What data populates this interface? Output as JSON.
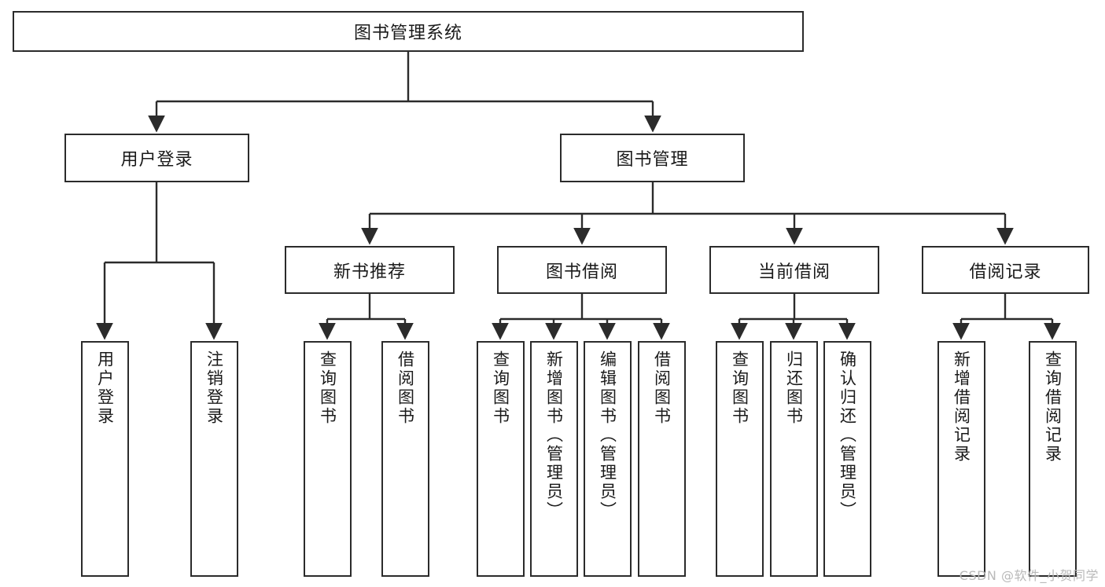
{
  "diagram": {
    "title": "图书管理系统",
    "type": "hierarchy-tree",
    "watermark": "CSDN @软件_小贺同学",
    "colors": {
      "stroke": "#2b2b2b",
      "fill": "#ffffff",
      "text": "#1a1a1a",
      "watermark": "#b9b9b9"
    },
    "nodes": {
      "root": {
        "label": "图书管理系统"
      },
      "level2": [
        {
          "id": "user-login",
          "label": "用户登录"
        },
        {
          "id": "book-mgmt",
          "label": "图书管理"
        }
      ],
      "level3": [
        {
          "id": "new-book-rec",
          "label": "新书推荐"
        },
        {
          "id": "book-borrow",
          "label": "图书借阅"
        },
        {
          "id": "current-borrow",
          "label": "当前借阅"
        },
        {
          "id": "borrow-record",
          "label": "借阅记录"
        }
      ],
      "leaves": {
        "user-login": [
          {
            "id": "leaf-user-login",
            "label": "用户登录"
          },
          {
            "id": "leaf-user-logout",
            "label": "注销登录"
          }
        ],
        "new-book-rec": [
          {
            "id": "leaf-query-book-1",
            "label": "查询图书"
          },
          {
            "id": "leaf-borrow-book-1",
            "label": "借阅图书"
          }
        ],
        "book-borrow": [
          {
            "id": "leaf-query-book-2",
            "label": "查询图书"
          },
          {
            "id": "leaf-add-book",
            "label": "新增图书（管理员）"
          },
          {
            "id": "leaf-edit-book",
            "label": "编辑图书（管理员）"
          },
          {
            "id": "leaf-borrow-book-2",
            "label": "借阅图书"
          }
        ],
        "current-borrow": [
          {
            "id": "leaf-query-book-3",
            "label": "查询图书"
          },
          {
            "id": "leaf-return-book",
            "label": "归还图书"
          },
          {
            "id": "leaf-confirm-return",
            "label": "确认归还（管理员）"
          }
        ],
        "borrow-record": [
          {
            "id": "leaf-add-record",
            "label": "新增借阅记录"
          },
          {
            "id": "leaf-query-record",
            "label": "查询借阅记录"
          }
        ]
      }
    }
  }
}
